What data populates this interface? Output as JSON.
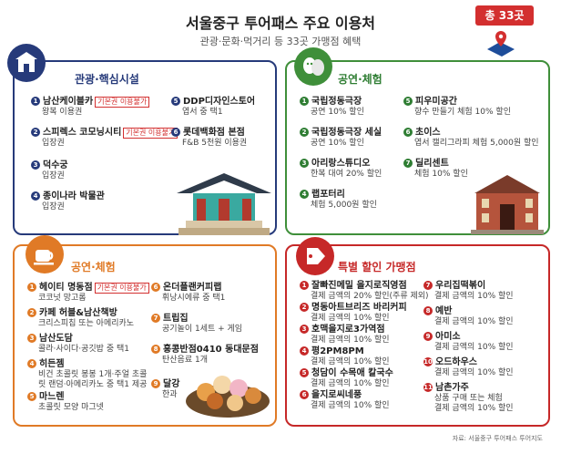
{
  "header": {
    "title": "서울중구 투어패스 주요 이용처",
    "subtitle": "관광·문화·먹거리 등 33곳 가맹점 혜택",
    "badge": "총 33곳"
  },
  "tour": {
    "title": "관광·핵심시설",
    "items": [
      {
        "n": "1",
        "name": "남산케이블카",
        "tag": "기본권 이용불가",
        "desc": "왕복 이용권"
      },
      {
        "n": "2",
        "name": "스피렉스 코모닝시티",
        "tag": "기본권 이용불가",
        "desc": "입장권"
      },
      {
        "n": "3",
        "name": "덕수궁",
        "desc": "입장권"
      },
      {
        "n": "4",
        "name": "종이나라 박물관",
        "desc": "입장권"
      },
      {
        "n": "5",
        "name": "DDP디자인스토어",
        "desc": "엽서 중 택1"
      },
      {
        "n": "6",
        "name": "롯데백화점 본점",
        "desc": "F&B 5천원 이용권"
      }
    ]
  },
  "perf1": {
    "title": "공연·체험",
    "items": [
      {
        "n": "1",
        "name": "국립정동극장",
        "desc": "공연 10% 할인"
      },
      {
        "n": "2",
        "name": "국립정동극장 세실",
        "desc": "공연 10% 할인"
      },
      {
        "n": "3",
        "name": "아리랑스튜디오",
        "desc": "한복 대여 20% 할인"
      },
      {
        "n": "4",
        "name": "랩포터리",
        "desc": "체험 5,000원 할인"
      },
      {
        "n": "5",
        "name": "피우미공간",
        "desc": "향수 만들기 체험 10% 할인"
      },
      {
        "n": "6",
        "name": "초이스",
        "desc": "엽서 캘리그라피 체험 5,000원 할인"
      },
      {
        "n": "7",
        "name": "딜리센트",
        "desc": "체험 10% 할인"
      }
    ]
  },
  "perf2": {
    "title": "공연·체험",
    "items": [
      {
        "n": "1",
        "name": "헤이티 명동점",
        "tag": "기본권 이용불가",
        "desc": "코코넛 망고롬"
      },
      {
        "n": "2",
        "name": "카페 허블&남산책방",
        "desc": "크리스피칩 또는 아메리카노"
      },
      {
        "n": "3",
        "name": "남산도담",
        "desc": "콜라·사이다·공깃밥 중 택1"
      },
      {
        "n": "4",
        "name": "히든젬",
        "desc": "비건 초콜릿 봉봉 1개·주얼 초콜",
        "desc2": "릿 랜덤·아메리카노 중 택1 제공"
      },
      {
        "n": "5",
        "name": "마느렌",
        "desc": "초콜릿 모양 마그넷"
      },
      {
        "n": "6",
        "name": "온더플랜커피랩",
        "desc": "휘낭시에류 중 택1"
      },
      {
        "n": "7",
        "name": "트립집",
        "desc": "공기놀이 1세트 + 게임"
      },
      {
        "n": "8",
        "name": "홍콩반점0410 동대문점",
        "desc": "탄산음료 1개"
      },
      {
        "n": "9",
        "name": "달강",
        "desc": "한과"
      }
    ]
  },
  "disc": {
    "title": "특별 할인 가맹점",
    "items": [
      {
        "n": "1",
        "name": "잘빠진메밀 을지로직영점",
        "desc": "결제 금액의 20% 할인(주류 제외)"
      },
      {
        "n": "2",
        "name": "명동아트브리즈 바리커피",
        "desc": "결제 금액의 10% 할인"
      },
      {
        "n": "3",
        "name": "호맥을지로3가역점",
        "desc": "결제 금액의 10% 할인"
      },
      {
        "n": "4",
        "name": "평2PM8PM",
        "desc": "결제 금액의 10% 할인"
      },
      {
        "n": "5",
        "name": "청담이 수목애 칼국수",
        "desc": "결제 금액의 10% 할인"
      },
      {
        "n": "6",
        "name": "을지로씨네풍",
        "desc": "결제 금액의 10% 할인"
      },
      {
        "n": "7",
        "name": "우리집떡볶이",
        "desc": "결제 금액의 10% 할인"
      },
      {
        "n": "8",
        "name": "예반",
        "desc": "결제 금액의 10% 할인"
      },
      {
        "n": "9",
        "name": "아미소",
        "desc": "결제 금액의 10% 할인"
      },
      {
        "n": "10",
        "name": "오드하우스",
        "desc": "결제 금액의 10% 할인"
      },
      {
        "n": "11",
        "name": "남촌가주",
        "desc": "상품 구매 또는 체험",
        "desc2": "결제 금액의 10% 할인"
      }
    ]
  },
  "source": "자료: 서울중구 투어패스 투어지도",
  "colors": {
    "tour": "#263a7a",
    "perf1": "#3f8f3a",
    "perf2": "#e07a26",
    "disc": "#c62828",
    "tag": "#d32f2f"
  }
}
